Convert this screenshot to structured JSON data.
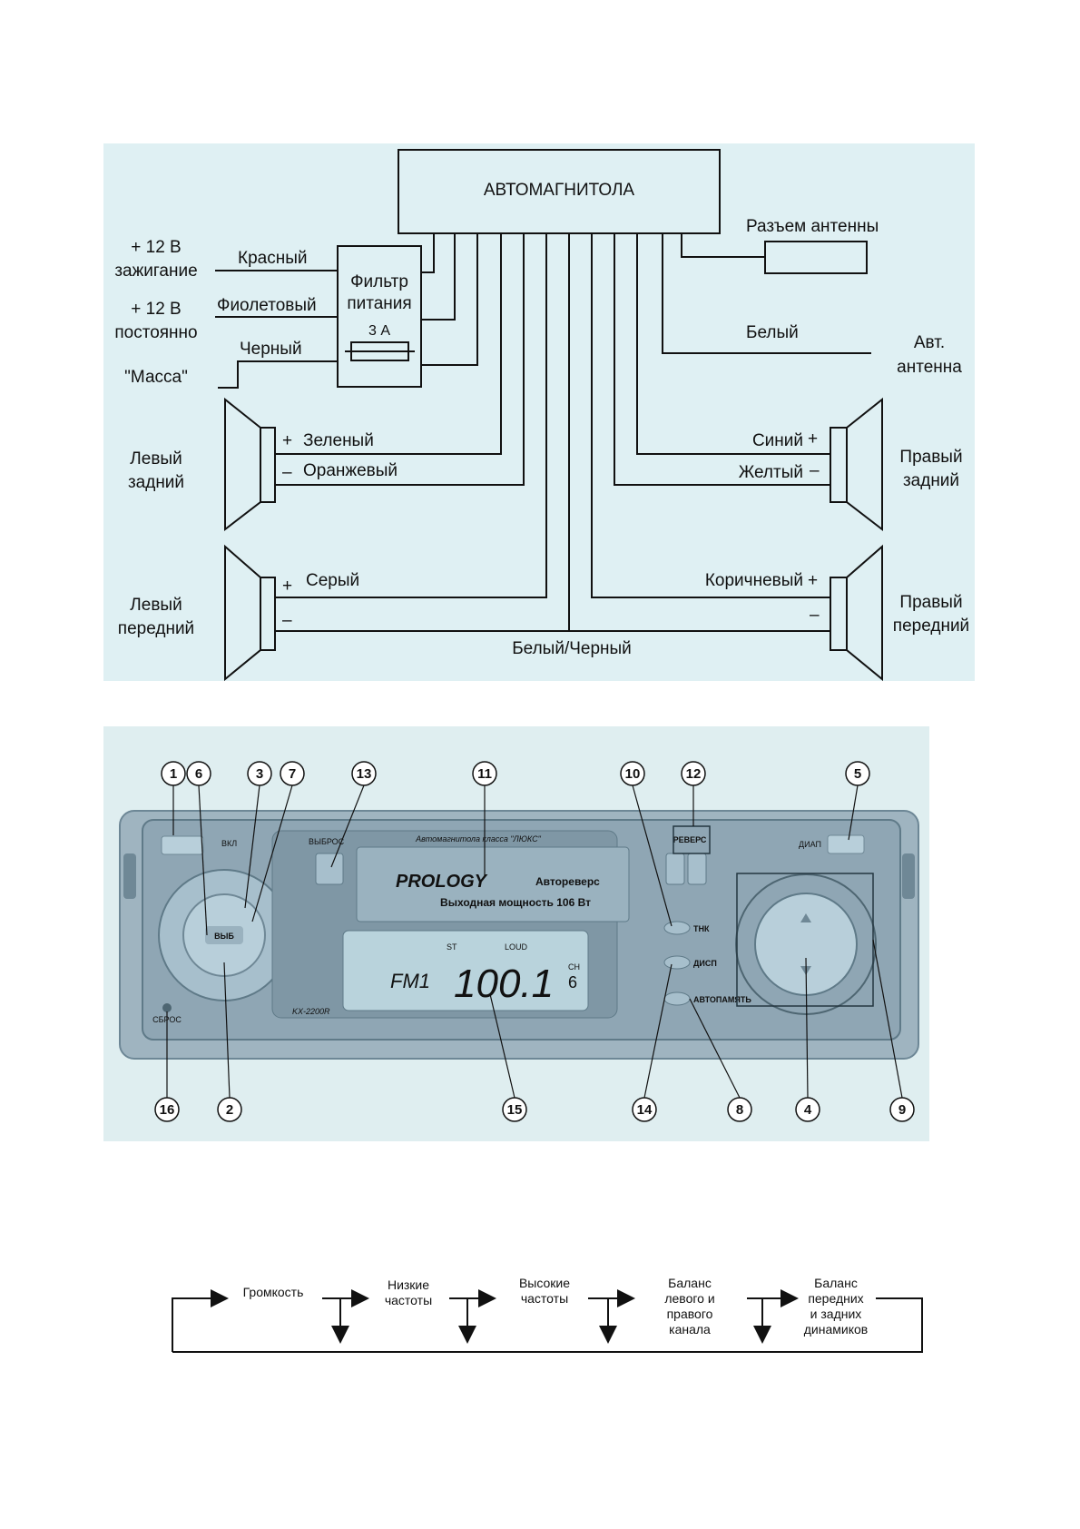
{
  "wiring": {
    "head_unit": "АВТОМАГНИТОЛА",
    "antenna_connector": "Разъем антенны",
    "ignition": [
      "+ 12 В",
      "зажигание"
    ],
    "constant": [
      "+ 12 В",
      "постоянно"
    ],
    "ground": "\"Масса\"",
    "wire_red": "Красный",
    "wire_violet": "Фиолетовый",
    "wire_black": "Черный",
    "filter": [
      "Фильтр",
      "питания"
    ],
    "fuse": "3 А",
    "wire_white": "Белый",
    "auto_antenna": [
      "Авт.",
      "антенна"
    ],
    "left_rear": [
      "Левый",
      "задний"
    ],
    "right_rear": [
      "Правый",
      "задний"
    ],
    "left_front": [
      "Левый",
      "передний"
    ],
    "right_front": [
      "Правый",
      "передний"
    ],
    "wire_green": "Зеленый",
    "wire_orange": "Оранжевый",
    "wire_blue": "Синий",
    "wire_yellow": "Желтый",
    "wire_gray": "Серый",
    "wire_brown": "Коричневый",
    "wire_white_black": "Белый/Черный",
    "plus": "+",
    "minus": "–"
  },
  "panel": {
    "callouts_top": [
      "1",
      "6",
      "3",
      "7",
      "13",
      "11",
      "10",
      "12",
      "5"
    ],
    "callouts_bottom": [
      "16",
      "2",
      "15",
      "14",
      "8",
      "4",
      "9"
    ],
    "label_on": "ВКЛ",
    "label_eject": "ВЫБРОС",
    "label_reverse": "РЕВЕРС",
    "label_band": "ДИАП",
    "label_reset": "СБРОС",
    "label_select": "ВЫБ",
    "cassette_caption": "Автомагнитола класса \"ЛЮКС\"",
    "brand": "PROLOGY",
    "autoreverse": "Автореверс",
    "output_power": "Выходная мощность 106 Вт",
    "model": "KX-2200R",
    "btn_tnk": "ТНК",
    "btn_disp": "ДИСП",
    "btn_automemory": "АВТОПАМЯТЬ",
    "display_band": "FM1",
    "display_freq": "100.1",
    "display_ch": "CH",
    "display_ch_num": "6",
    "display_st": "ST",
    "display_loud": "LOUD",
    "colors": {
      "panel_bg": "#dfeef0",
      "device": "#8fa6b4",
      "display": "#b9d3dc"
    }
  },
  "flow": {
    "items": [
      [
        "Громкость"
      ],
      [
        "Низкие",
        "частоты"
      ],
      [
        "Высокие",
        "частоты"
      ],
      [
        "Баланс",
        "левого и",
        "правого",
        "канала"
      ],
      [
        "Баланс",
        "передних",
        "и задних",
        "динамиков"
      ]
    ]
  }
}
